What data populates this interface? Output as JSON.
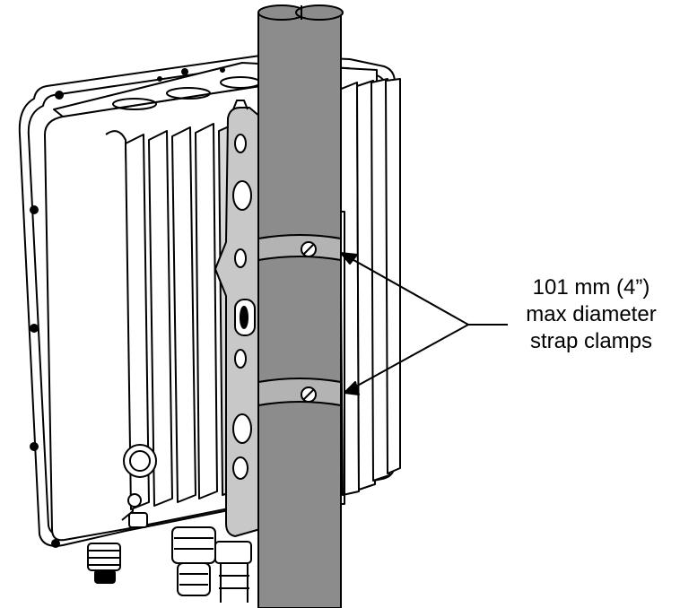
{
  "callout": {
    "lines": [
      "101 mm (4”)",
      "max diameter",
      "strap clamps"
    ]
  },
  "colors": {
    "outline": "#000000",
    "housing": "#ffffff",
    "fin_shadow": "#d9d9d9",
    "bracket": "#c8c8c8",
    "pole": "#8c8c8c",
    "strap": "#b3b3b3",
    "text": "#000000"
  },
  "parts": [
    "radio-housing",
    "cooling-fins",
    "mounting-bracket",
    "pole",
    "strap-clamp",
    "strap-clamp-screw",
    "cable-gland",
    "ground-connector"
  ]
}
